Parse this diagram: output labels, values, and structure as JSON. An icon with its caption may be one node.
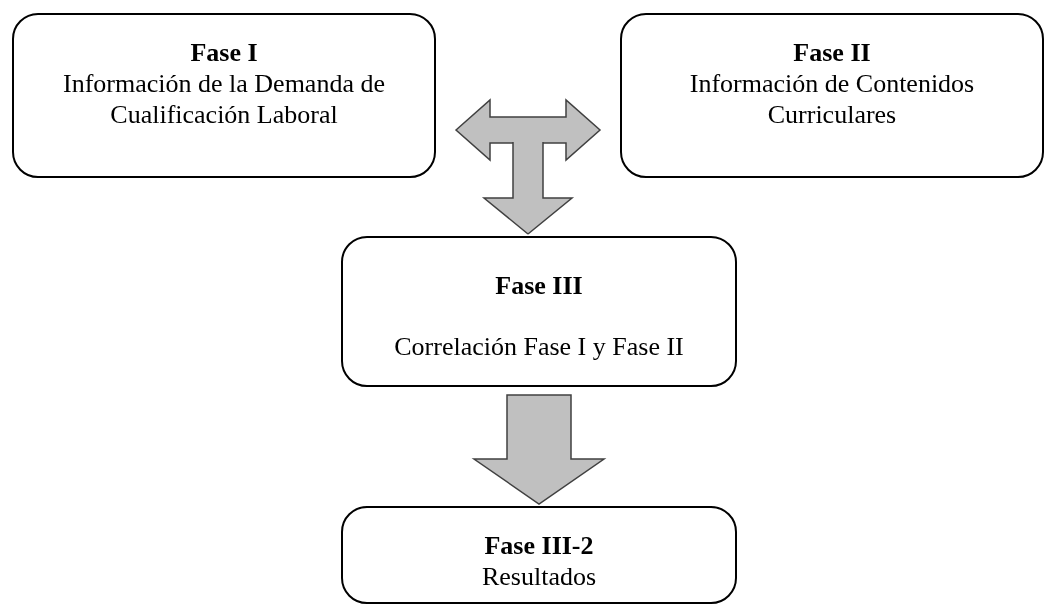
{
  "diagram": {
    "nodes": [
      {
        "text": [
          "Fase I",
          "Información de la Demanda de Cualificación Laboral"
        ]
      },
      {
        "text": [
          "Fase II",
          "Información de Contenidos Curriculares"
        ]
      },
      {
        "text": [
          "Fase III",
          "Correlación Fase I y Fase II"
        ]
      },
      {
        "text": [
          "Fase III-2",
          "Resultados"
        ]
      }
    ],
    "edges": [
      {
        "from": 0,
        "to": 1,
        "arrow": "both"
      },
      {
        "from": null,
        "to": 2,
        "arrow": "to"
      },
      {
        "from": 2,
        "to": 3,
        "arrow": "to"
      }
    ]
  }
}
